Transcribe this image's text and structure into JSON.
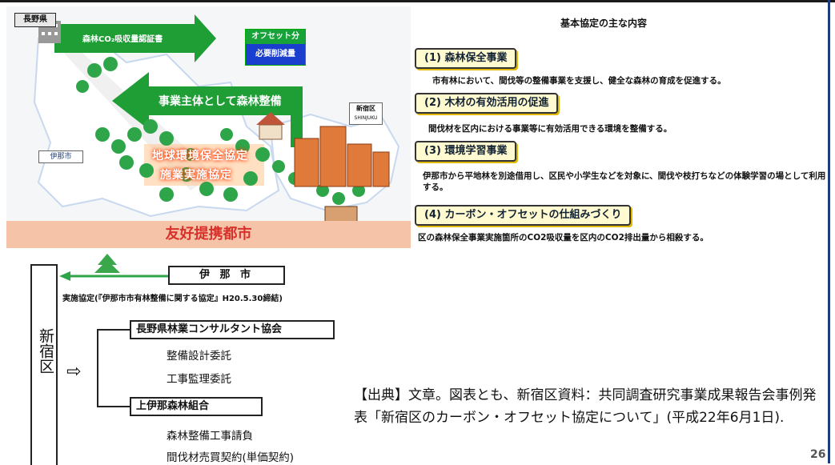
{
  "map": {
    "region_tag": "長野県",
    "certificate_label": "森林CO₂吸収量認証書",
    "offset_top": "オフセット分",
    "offset_bottom": "必要削減量",
    "forest_arrow_label": "事業主体として森林整備",
    "agreement_line1": "地球環境保全協定",
    "agreement_line2": "施業実施協定",
    "ina_logo": "伊那市",
    "shinjuku_logo_top": "新宿区",
    "shinjuku_logo_bottom": "SHINJUKU",
    "friendship_label": "友好提携都市"
  },
  "agreement": {
    "title": "基本協定の主な内容",
    "items": [
      {
        "label": "(1) 森林保全事業",
        "desc": "市有林において、間伐等の整備事業を支援し、健全な森林の育成を促進する。"
      },
      {
        "label": "(2) 木材の有効活用の促進",
        "desc": "間伐材を区内における事業等に有効活用できる環境を整備する。"
      },
      {
        "label": "(3) 環境学習事業",
        "desc": "伊那市から平地林を別途借用し、区民や小学生などを対象に、間伐や枝打ちなどの体験学習の場として利用する。"
      },
      {
        "label": "(4) カーボン・オフセットの仕組みづくり",
        "desc": "区の森林保全事業実施箇所のCO2吸収量を区内のCO2排出量から相殺する。"
      }
    ]
  },
  "org": {
    "shinjuku": "新宿区",
    "ina_city": "伊 那 市",
    "implementation": "実施協定(『伊那市市有林整備に関する協定』H20.5.30締結)",
    "arrow": "⇨",
    "consultant": "長野県林業コンサルタント協会",
    "design": "整備設計委託",
    "supervision": "工事監理委託",
    "cooperative": "上伊那森林組合",
    "construction": "森林整備工事請負",
    "timber_sale": "間伐材売買契約(単価契約)"
  },
  "citation": "【出典】文章。図表とも、新宿区資料：共同調査研究事業成果報告会事例発表「新宿区のカーボン・オフセット協定について」(平成22年6月1日).",
  "page_number": "26"
}
